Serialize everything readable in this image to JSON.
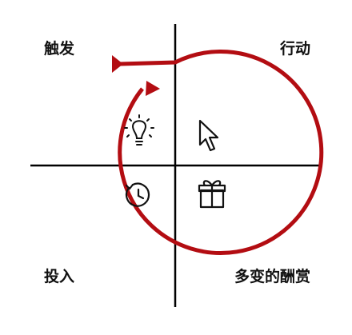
{
  "quadrants": {
    "top_left": {
      "label": "触发",
      "icon": "lightbulb-icon"
    },
    "top_right": {
      "label": "行动",
      "icon": "cursor-arrow-icon"
    },
    "bottom_left": {
      "label": "投入",
      "icon": "clock-history-icon"
    },
    "bottom_right": {
      "label": "多变的酬赏",
      "icon": "gift-icon"
    }
  },
  "colors": {
    "cycle_arrow": "#b30d12",
    "axis": "#000000",
    "icon": "#111111",
    "text": "#111111"
  }
}
